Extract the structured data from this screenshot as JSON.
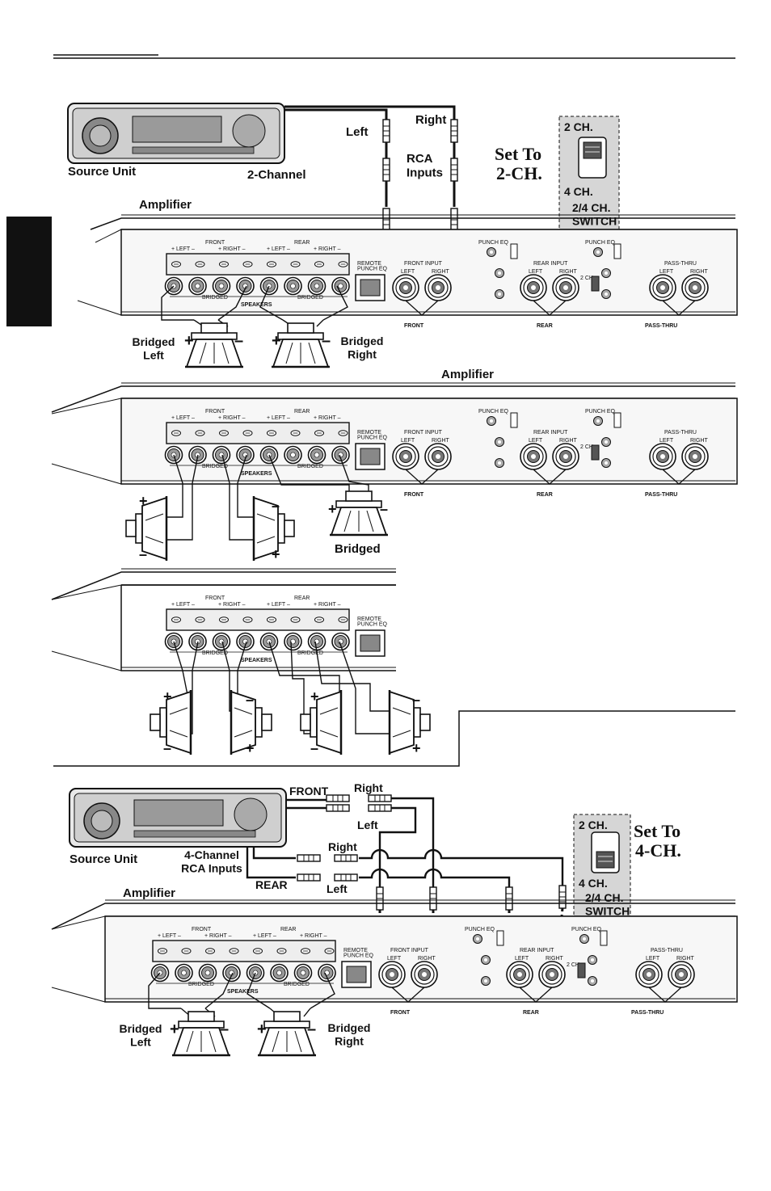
{
  "colors": {
    "ink": "#111111",
    "panel": "#f2f2f2",
    "switch_bg": "#d6d6d6",
    "sidetab": "#111111"
  },
  "diagram1": {
    "source_unit": "Source Unit",
    "mode": "2-Channel",
    "left": "Left",
    "right": "Right",
    "rca_inputs": "RCA\nInputs",
    "set_to": "Set To",
    "set_value": "2-CH.",
    "switch_top": "2 CH.",
    "switch_bottom": "4 CH.",
    "switch_name": "2/4 CH.\nSWITCH",
    "amplifier": "Amplifier",
    "bridged_left": "Bridged\nLeft",
    "bridged_right": "Bridged\nRight"
  },
  "diagram2": {
    "amplifier": "Amplifier",
    "bridged": "Bridged"
  },
  "diagram4": {
    "source_unit": "Source Unit",
    "mode": "4-Channel\nRCA Inputs",
    "front": "FRONT",
    "rear": "REAR",
    "right": "Right",
    "left": "Left",
    "set_to": "Set To",
    "set_value": "4-CH.",
    "switch_top": "2 CH.",
    "switch_bottom": "4 CH.",
    "switch_name": "2/4 CH.\nSWITCH",
    "amplifier": "Amplifier",
    "bridged_left": "Bridged\nLeft",
    "bridged_right": "Bridged\nRight"
  },
  "amp_panel": {
    "front_label": "FRONT",
    "rear_label": "REAR",
    "left_pm": "+ LEFT –",
    "right_pm": "+ RIGHT –",
    "bridged": "BRIDGED",
    "speakers": "SPEAKERS",
    "remote": "REMOTE\nPUNCH EQ",
    "front_input": "FRONT INPUT",
    "rear_input": "REAR INPUT",
    "pass_thru_in": "PASS-THRU",
    "in_left": "LEFT",
    "in_right": "RIGHT",
    "punch_eq": "PUNCH EQ",
    "switch_small": "2 CH.",
    "group_front": "FRONT",
    "group_rear": "REAR",
    "group_pass": "PASS-THRU"
  }
}
